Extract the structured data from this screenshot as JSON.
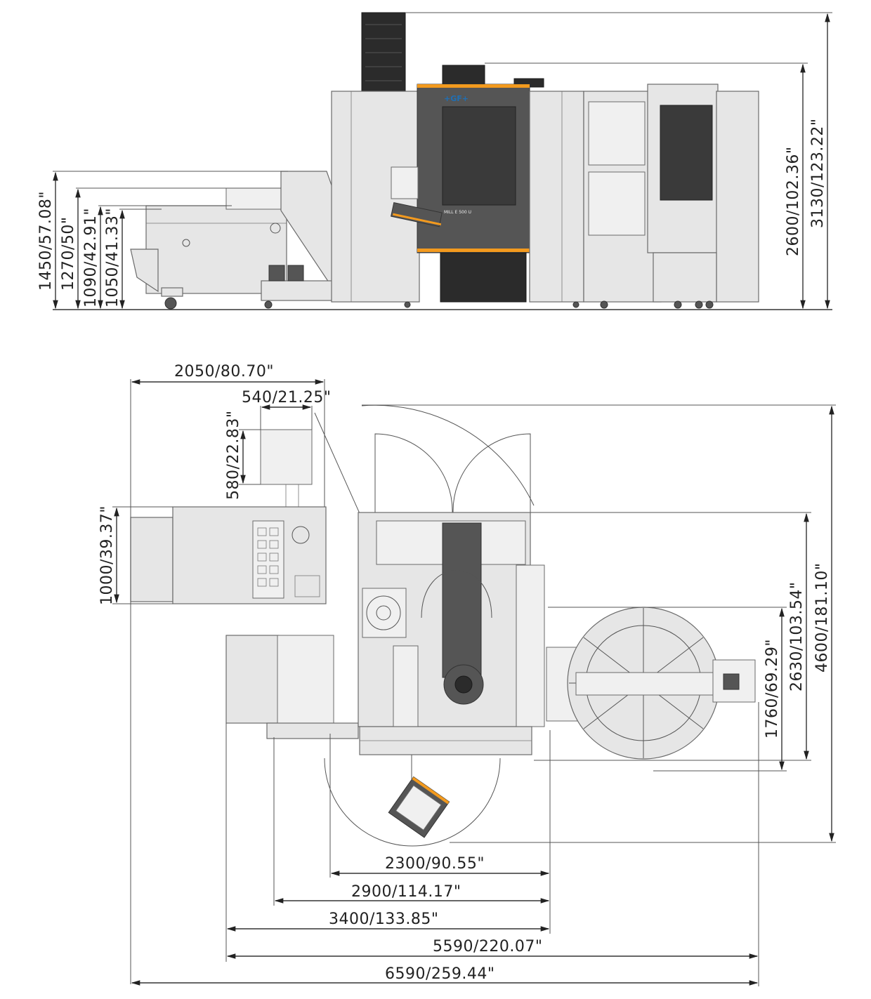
{
  "brand": {
    "logo": "+GF+",
    "model": "MILL E 500 U",
    "accent": "#f39a1e",
    "logo_color": "#1f6fb5"
  },
  "side_view": {
    "heights": [
      {
        "id": "h1450",
        "label": "1450/57.08\""
      },
      {
        "id": "h1270",
        "label": "1270/50\""
      },
      {
        "id": "h1090",
        "label": "1090/42.91\""
      },
      {
        "id": "h1050",
        "label": "1050/41.33\""
      },
      {
        "id": "h2600",
        "label": "2600/102.36\""
      },
      {
        "id": "h3130",
        "label": "3130/123.22\""
      }
    ]
  },
  "top_view": {
    "dimensions": [
      {
        "id": "w2050",
        "label": "2050/80.70\""
      },
      {
        "id": "w540",
        "label": "540/21.25\""
      },
      {
        "id": "h580",
        "label": "580/22.83\""
      },
      {
        "id": "h1000",
        "label": "1000/39.37\""
      },
      {
        "id": "h1760",
        "label": "1760/69.29\""
      },
      {
        "id": "h2630",
        "label": "2630/103.54\""
      },
      {
        "id": "h4600",
        "label": "4600/181.10\""
      },
      {
        "id": "w2300",
        "label": "2300/90.55\""
      },
      {
        "id": "w2900",
        "label": "2900/114.17\""
      },
      {
        "id": "w3400",
        "label": "3400/133.85\""
      },
      {
        "id": "w5590",
        "label": "5590/220.07\""
      },
      {
        "id": "w6590",
        "label": "6590/259.44\""
      }
    ]
  }
}
